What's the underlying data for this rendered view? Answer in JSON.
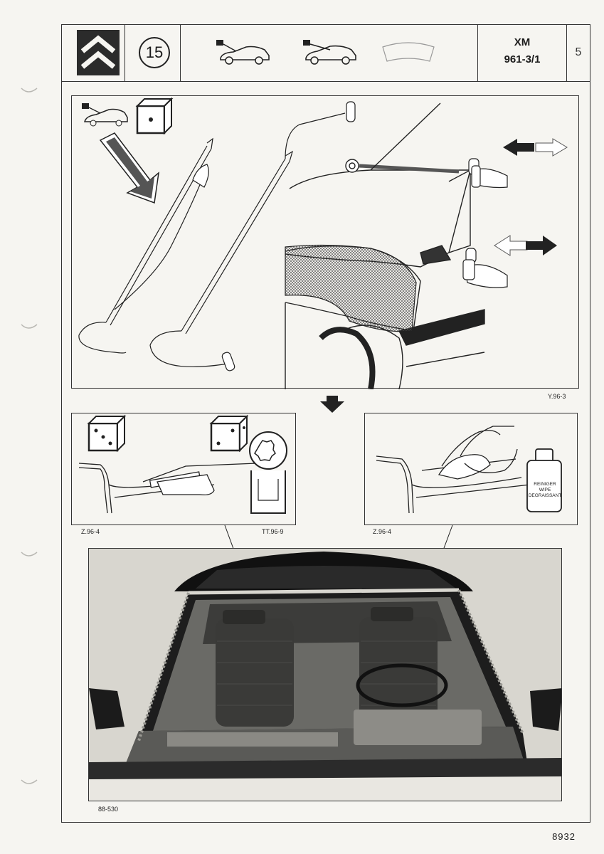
{
  "header": {
    "operation_number": "15",
    "model": "XM",
    "reference": "961-3/1",
    "page": "5"
  },
  "figures": {
    "main_label": "Y.96-3",
    "left_label": "Z.96-4",
    "left_tool_label": "TT.96-9",
    "right_label": "Z.96-4",
    "photo_label": "88-530"
  },
  "cleaner_bottle": {
    "line1": "REINIGER",
    "line2": "WIPE",
    "line3": "DEGRAISSANT"
  },
  "footer": {
    "doc_number": "8932"
  },
  "colors": {
    "ink": "#1a1a1a",
    "paper": "#f6f5f1",
    "brand_box": "#2b2b2b"
  },
  "icons": [
    "citroen-logo-icon",
    "car-hood-icon",
    "car-rear-icon",
    "windscreen-icon",
    "dice-one-icon",
    "dice-two-icon",
    "dice-three-icon",
    "arrow-icon"
  ]
}
